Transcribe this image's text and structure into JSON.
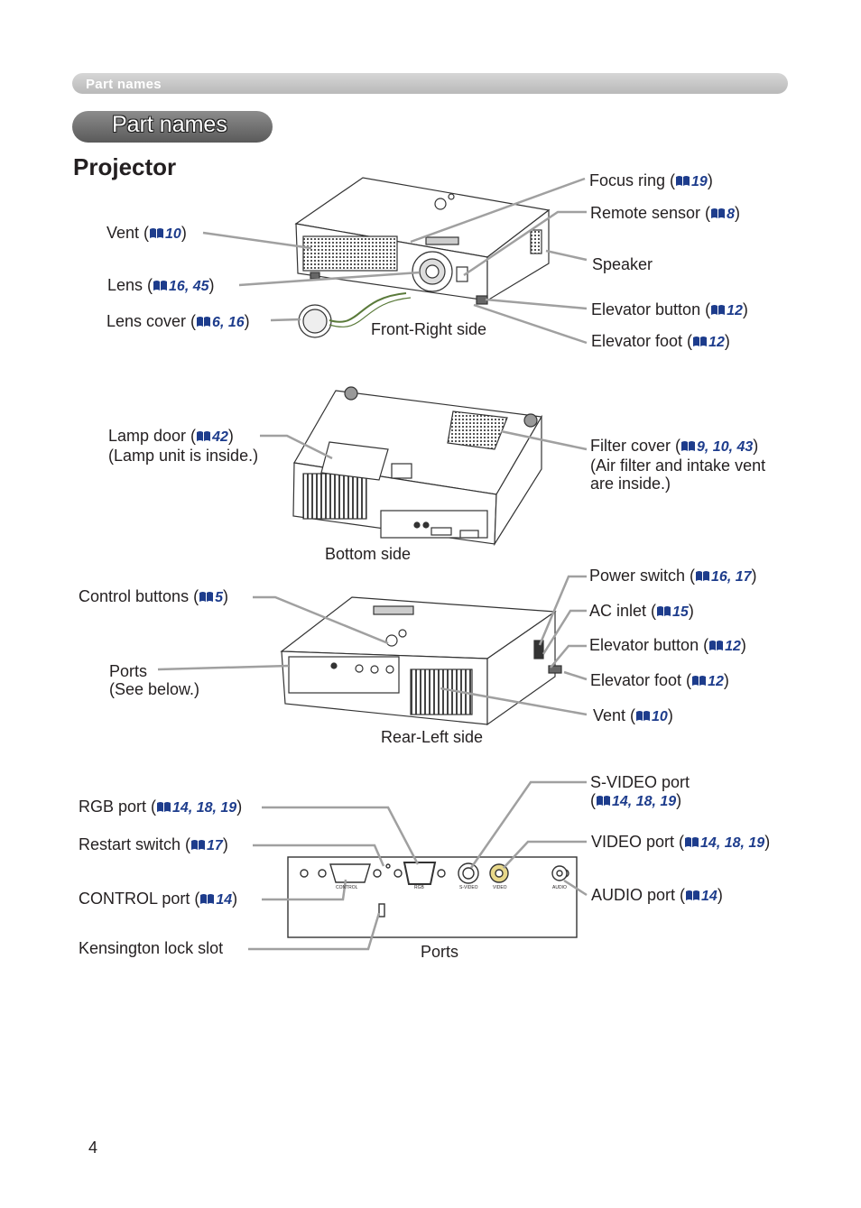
{
  "header": {
    "running_title": "Part names"
  },
  "section": {
    "title": "Part names"
  },
  "page_title": "Projector",
  "front": {
    "caption": "Front-Right side",
    "vent": {
      "text": "Vent (",
      "ref": "10",
      "close": ")"
    },
    "lens": {
      "text": "Lens (",
      "ref": "16, 45",
      "close": ")"
    },
    "lens_cover": {
      "text": "Lens cover (",
      "ref": "6, 16",
      "close": ")"
    },
    "focus_ring": {
      "text": "Focus ring (",
      "ref": "19",
      "close": ")"
    },
    "remote_sensor": {
      "text": "Remote sensor (",
      "ref": "8",
      "close": ")"
    },
    "speaker": {
      "text": "Speaker"
    },
    "elevator_button": {
      "text": "Elevator button (",
      "ref": "12",
      "close": ")"
    },
    "elevator_foot": {
      "text": "Elevator foot (",
      "ref": "12",
      "close": ")"
    }
  },
  "bottom": {
    "caption": "Bottom side",
    "lamp_door": {
      "text": "Lamp door (",
      "ref": "42",
      "close": ")",
      "line2": "(Lamp unit is inside.)"
    },
    "filter_cover": {
      "text": "Filter cover (",
      "ref": "9, 10, 43",
      "close": ")",
      "line2": "(Air filter and intake vent",
      "line3": "are inside.)"
    }
  },
  "rear": {
    "caption": "Rear-Left side",
    "control_buttons": {
      "text": "Control buttons (",
      "ref": "5",
      "close": ")"
    },
    "ports": {
      "text": "Ports",
      "line2": "(See below.)"
    },
    "power_switch": {
      "text": "Power switch (",
      "ref": "16, 17",
      "close": ")"
    },
    "ac_inlet": {
      "text": "AC inlet (",
      "ref": "15",
      "close": ")"
    },
    "elevator_button": {
      "text": "Elevator button (",
      "ref": "12",
      "close": ")"
    },
    "elevator_foot": {
      "text": "Elevator foot (",
      "ref": "12",
      "close": ")"
    },
    "vent": {
      "text": "Vent (",
      "ref": "10",
      "close": ")"
    }
  },
  "ports_panel": {
    "caption": "Ports",
    "rgb_port": {
      "text": "RGB port (",
      "ref": "14, 18, 19",
      "close": ")"
    },
    "restart_switch": {
      "text": "Restart switch (",
      "ref": "17",
      "close": ")"
    },
    "control_port": {
      "text": "CONTROL port (",
      "ref": "14",
      "close": ")"
    },
    "kensington": {
      "text": "Kensington lock slot"
    },
    "svideo_port": {
      "text": "S-VIDEO port",
      "open": "(",
      "ref": "14, 18, 19",
      "close": ")"
    },
    "video_port": {
      "text": "VIDEO port (",
      "ref": "14, 18, 19",
      "close": ")"
    },
    "audio_port": {
      "text": "AUDIO port (",
      "ref": "14",
      "close": ")"
    },
    "panel_labels": {
      "control": "CONTROL",
      "rgb": "RGB",
      "svideo": "S-VIDEO",
      "video": "VIDEO",
      "audio": "AUDIO"
    }
  },
  "page_number": "4",
  "colors": {
    "reference": "#1d3c8c",
    "header_bar": "#c4c4c4",
    "section_pill": "#6e6e6e",
    "leader_line": "#9a9a9a"
  },
  "icons": {
    "reference": "book-icon"
  }
}
